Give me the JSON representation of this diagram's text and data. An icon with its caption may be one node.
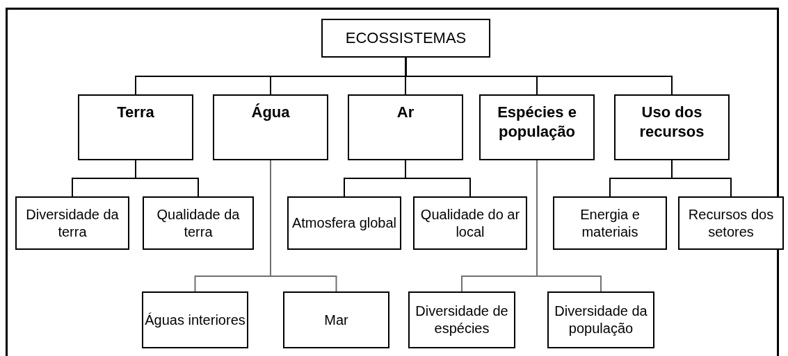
{
  "diagram": {
    "nodes": [
      {
        "text": [
          "ECOSSISTEMAS"
        ]
      },
      {
        "text": [
          "Terra"
        ]
      },
      {
        "text": [
          "Água"
        ]
      },
      {
        "text": [
          "Ar"
        ]
      },
      {
        "text": [
          "Espécies e população"
        ]
      },
      {
        "text": [
          "Uso dos recursos"
        ]
      },
      {
        "text": [
          "Diversidade da terra"
        ]
      },
      {
        "text": [
          "Qualidade da terra"
        ]
      },
      {
        "text": [
          "Atmosfera global"
        ]
      },
      {
        "text": [
          "Qualidade do ar local"
        ]
      },
      {
        "text": [
          "Energia e materiais"
        ]
      },
      {
        "text": [
          "Recursos dos setores"
        ]
      },
      {
        "text": [
          "Águas interiores"
        ]
      },
      {
        "text": [
          "Mar"
        ]
      },
      {
        "text": [
          "Diversidade de espécies"
        ]
      },
      {
        "text": [
          "Diversidade da população"
        ]
      }
    ],
    "edges": [
      {
        "from": 0,
        "to": 1,
        "arrow": "none"
      },
      {
        "from": 0,
        "to": 2,
        "arrow": "none"
      },
      {
        "from": 0,
        "to": 3,
        "arrow": "none"
      },
      {
        "from": 0,
        "to": 4,
        "arrow": "none"
      },
      {
        "from": 0,
        "to": 5,
        "arrow": "none"
      },
      {
        "from": 1,
        "to": 6,
        "arrow": "none"
      },
      {
        "from": 1,
        "to": 7,
        "arrow": "none"
      },
      {
        "from": 3,
        "to": 8,
        "arrow": "none"
      },
      {
        "from": 3,
        "to": 9,
        "arrow": "none"
      },
      {
        "from": 5,
        "to": 10,
        "arrow": "none"
      },
      {
        "from": 5,
        "to": 11,
        "arrow": "none"
      },
      {
        "from": 2,
        "to": 12,
        "arrow": "none",
        "color": "#707070"
      },
      {
        "from": 2,
        "to": 13,
        "arrow": "none",
        "color": "#707070"
      },
      {
        "from": 4,
        "to": 14,
        "arrow": "none",
        "color": "#707070"
      },
      {
        "from": 4,
        "to": 15,
        "arrow": "none",
        "color": "#707070"
      }
    ]
  }
}
